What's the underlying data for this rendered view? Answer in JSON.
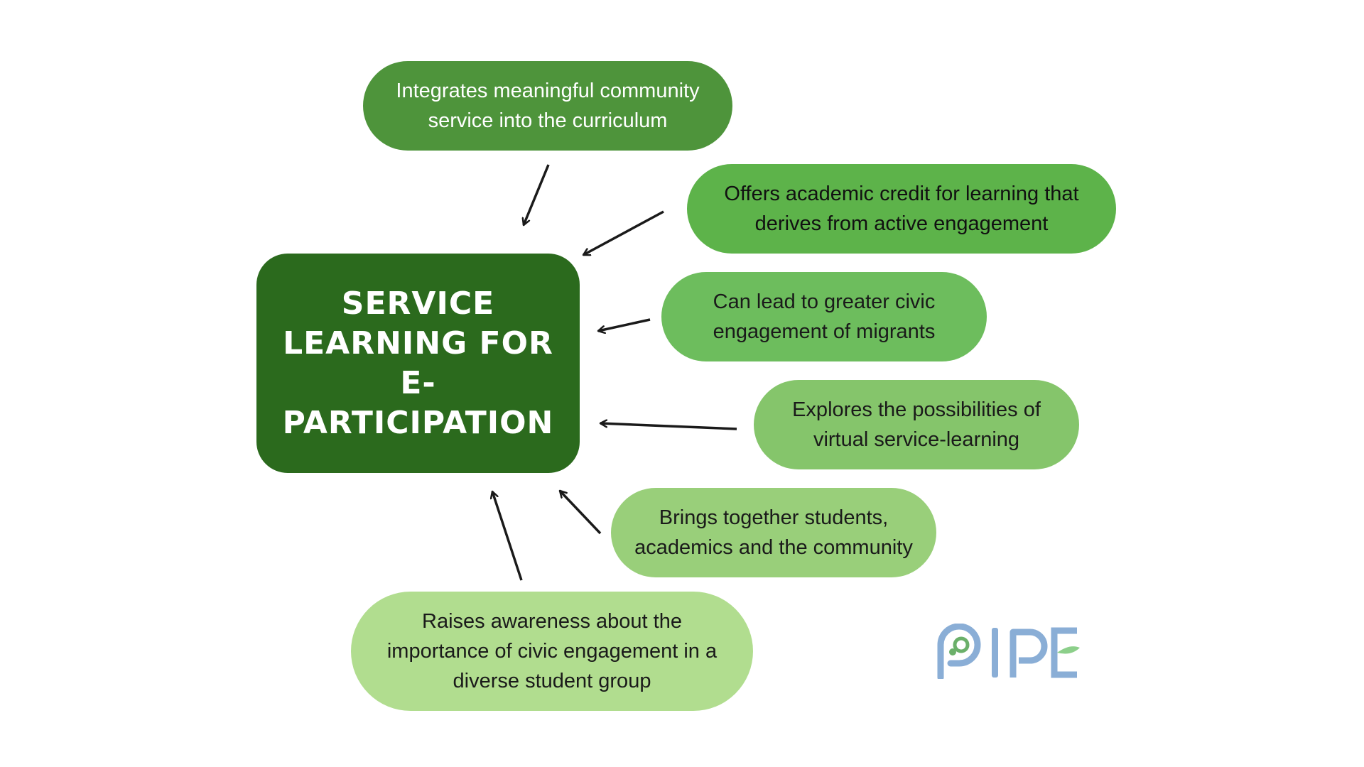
{
  "center": {
    "title": "SERVICE LEARNING FOR E-PARTICIPATION"
  },
  "nodes": [
    {
      "text": "Integrates meaningful community service into the curriculum"
    },
    {
      "text": "Offers academic credit for learning that derives from active engagement"
    },
    {
      "text": "Can lead to greater civic engagement of migrants"
    },
    {
      "text": "Explores the possibilities of virtual service-learning"
    },
    {
      "text": "Brings together students, academics and the community"
    },
    {
      "text": "Raises awareness about the importance of civic engagement in a diverse student group"
    }
  ],
  "logo": {
    "text": "PIPE",
    "icon": "pipe-logo-icon"
  },
  "colors": {
    "center": "#2b6a1d",
    "node1": "#4e943b",
    "node2": "#5db34a",
    "node3": "#6dbd5d",
    "node4": "#85c56b",
    "node5": "#99cf7a",
    "node6": "#b1dd8f",
    "arrow": "#1a1a1a",
    "logo": "#8aaed6"
  }
}
